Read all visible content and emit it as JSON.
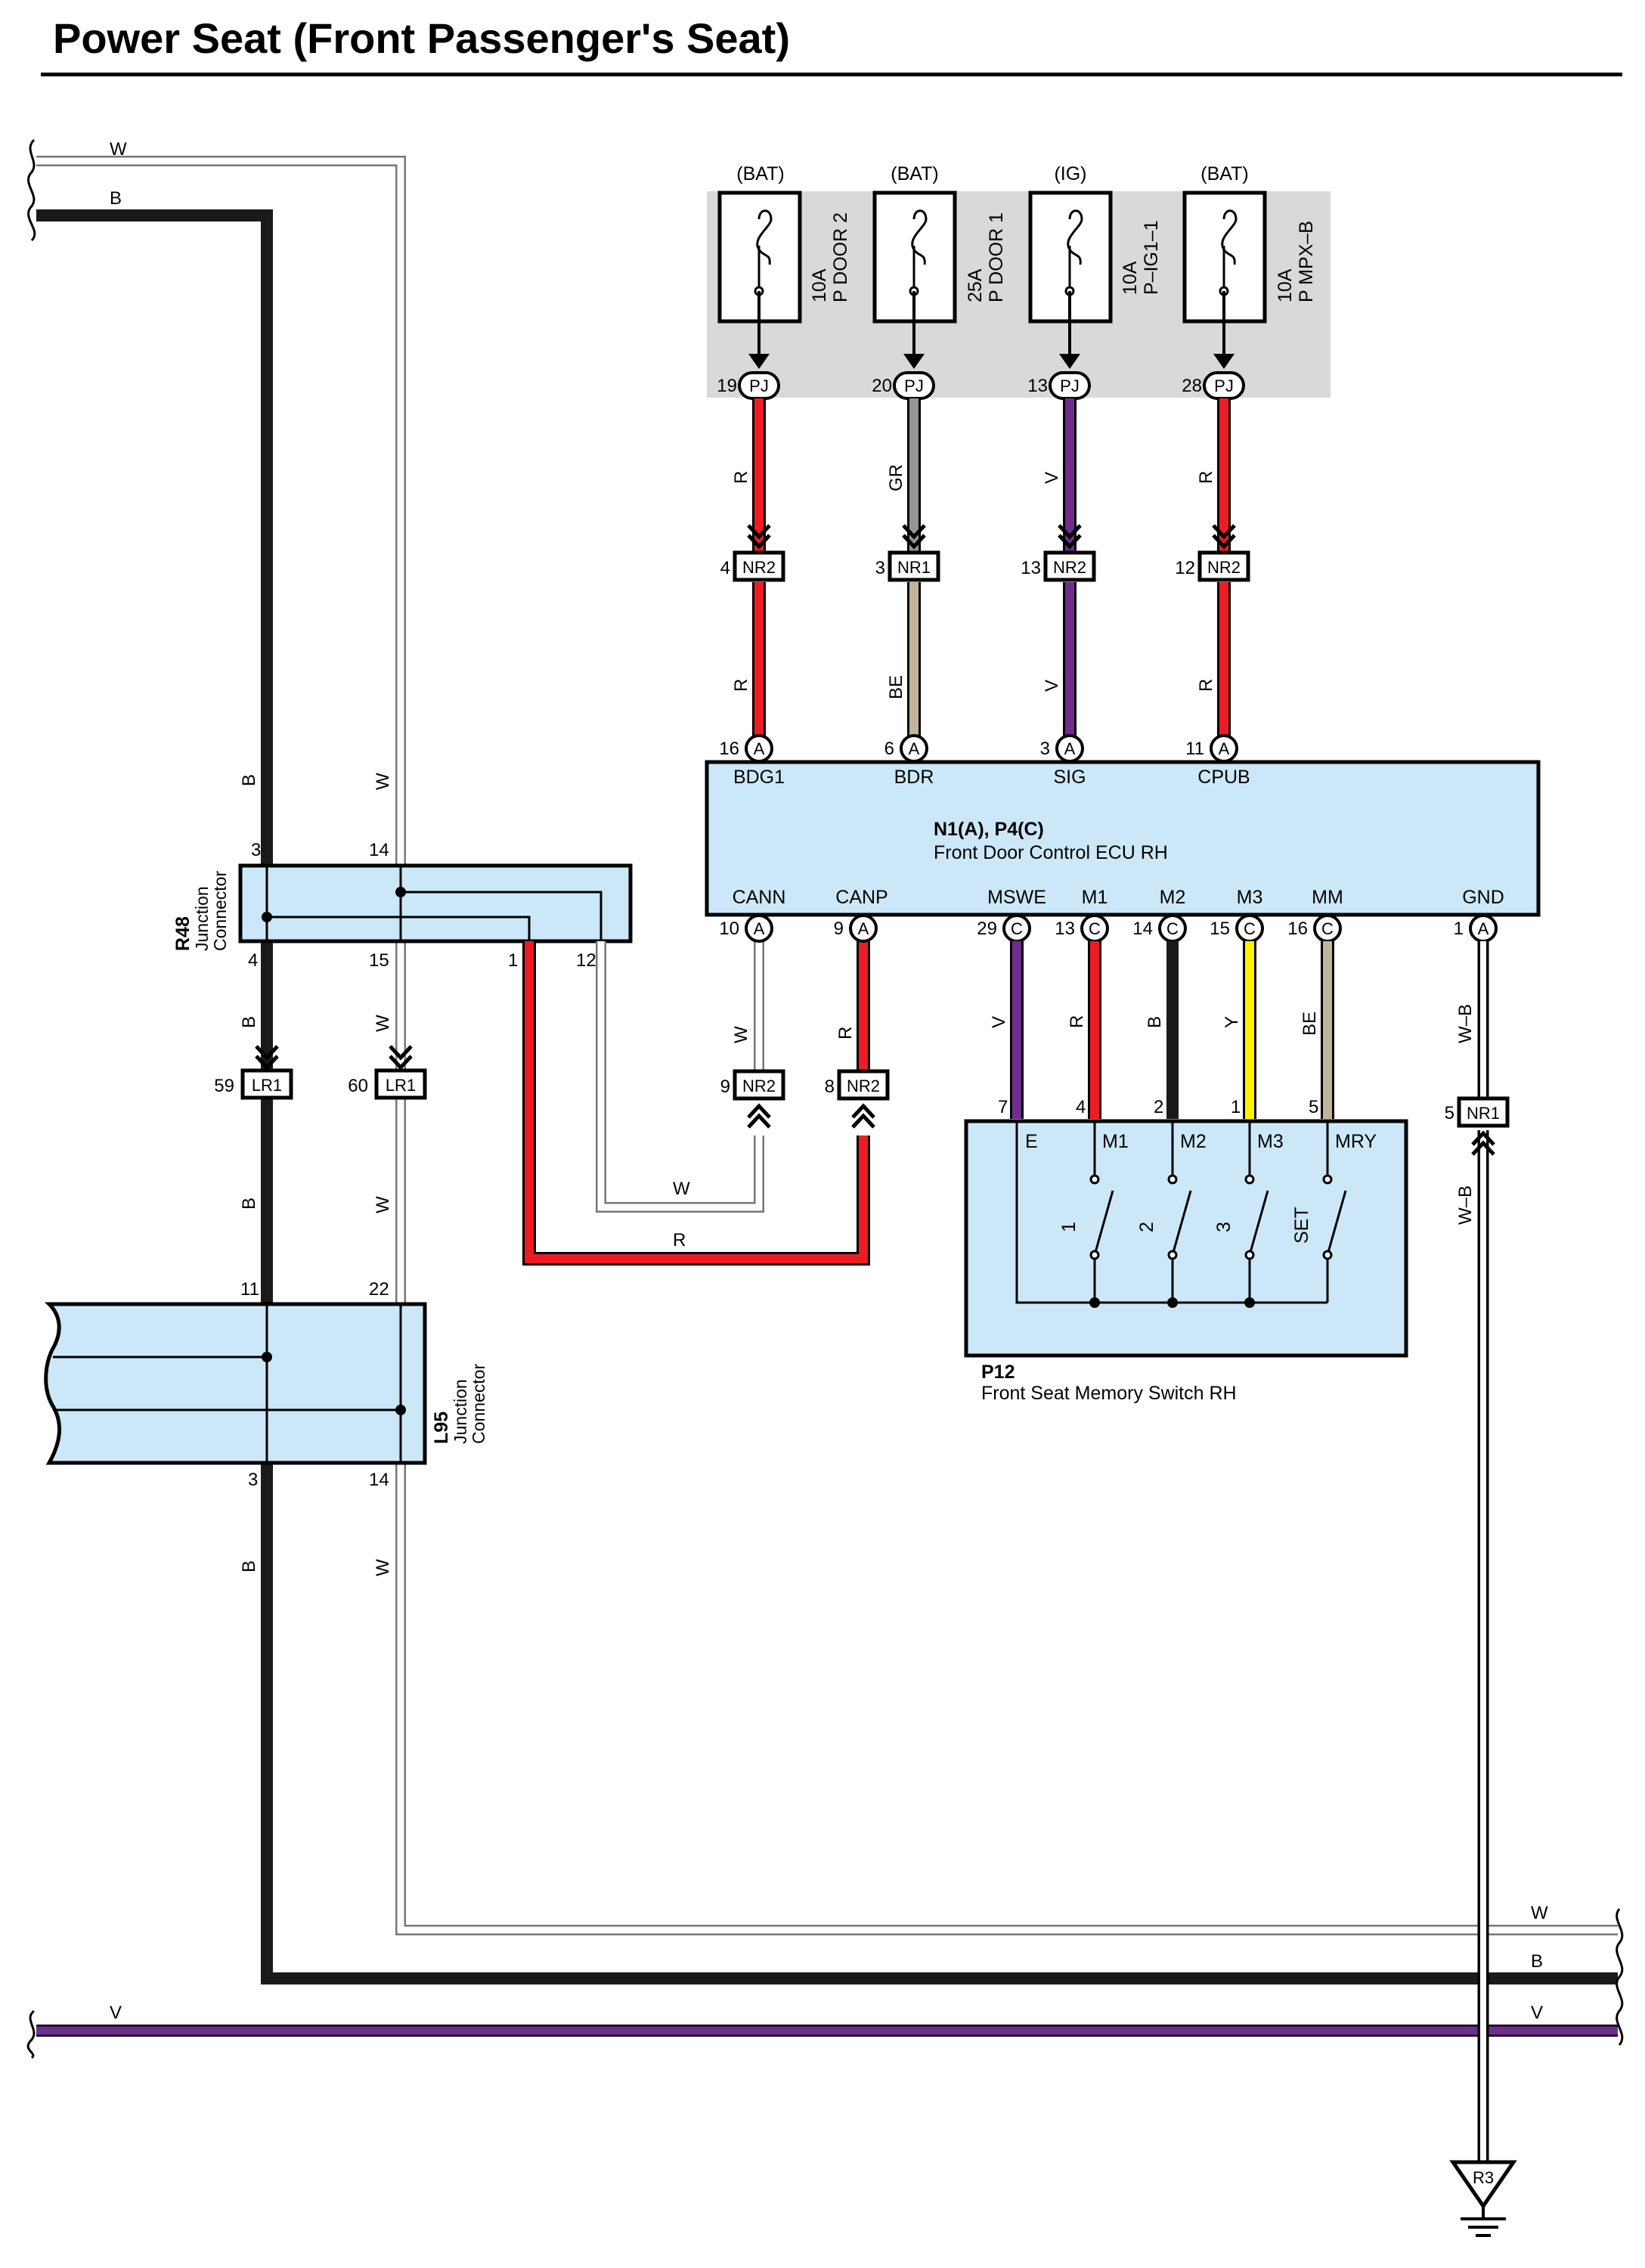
{
  "title": "Power Seat (Front Passenger's Seat)",
  "colors": {
    "R": "#ed1c24",
    "GR": "#939598",
    "BE": "#c2b59b",
    "V": "#702c8f",
    "B": "#1a1a1a",
    "W": "#ffffff",
    "Y": "#fff200",
    "component_fill": "#cce8f8",
    "fuse_box_fill": "#d9d9d9"
  },
  "fuse_block": {
    "fuses": [
      {
        "supply": "(BAT)",
        "rating": "10A",
        "name": "P DOOR 2",
        "pin": "19",
        "conn": "PJ",
        "wire": "R"
      },
      {
        "supply": "(BAT)",
        "rating": "25A",
        "name": "P DOOR 1",
        "pin": "20",
        "conn": "PJ",
        "wire": "GR"
      },
      {
        "supply": "(IG)",
        "rating": "10A",
        "name": "P–IG1–1",
        "pin": "13",
        "conn": "PJ",
        "wire": "V"
      },
      {
        "supply": "(BAT)",
        "rating": "10A",
        "name": "P MPX–B",
        "pin": "28",
        "conn": "PJ",
        "wire": "R"
      }
    ]
  },
  "nr_top": [
    {
      "pin": "4",
      "conn": "NR2",
      "wire_below": "R"
    },
    {
      "pin": "3",
      "conn": "NR1",
      "wire_below": "BE"
    },
    {
      "pin": "13",
      "conn": "NR2",
      "wire_below": "V"
    },
    {
      "pin": "12",
      "conn": "NR2",
      "wire_below": "R"
    }
  ],
  "ecu": {
    "ref": "N1(A), P4(C)",
    "name": "Front Door Control ECU RH",
    "top_pins": [
      {
        "pin": "16",
        "conn": "A",
        "label": "BDG1"
      },
      {
        "pin": "6",
        "conn": "A",
        "label": "BDR"
      },
      {
        "pin": "3",
        "conn": "A",
        "label": "SIG"
      },
      {
        "pin": "11",
        "conn": "A",
        "label": "CPUB"
      }
    ],
    "bottom_pins": [
      {
        "pin": "10",
        "conn": "A",
        "label": "CANN",
        "wire": "W"
      },
      {
        "pin": "9",
        "conn": "A",
        "label": "CANP",
        "wire": "R"
      },
      {
        "pin": "29",
        "conn": "C",
        "label": "MSWE",
        "wire": "V"
      },
      {
        "pin": "13",
        "conn": "C",
        "label": "M1",
        "wire": "R"
      },
      {
        "pin": "14",
        "conn": "C",
        "label": "M2",
        "wire": "B"
      },
      {
        "pin": "15",
        "conn": "C",
        "label": "M3",
        "wire": "Y"
      },
      {
        "pin": "16",
        "conn": "C",
        "label": "MM",
        "wire": "BE"
      },
      {
        "pin": "1",
        "conn": "A",
        "label": "GND",
        "wire": "W–B"
      }
    ]
  },
  "r48": {
    "ref": "R48",
    "name_line1": "Junction",
    "name_line2": "Connector",
    "pins": {
      "top_b": "3",
      "top_w": "14",
      "bottom_b": "4",
      "bottom_w": "15",
      "out_r": "1",
      "out_w": "12"
    }
  },
  "lr1": [
    {
      "pin": "59",
      "conn": "LR1"
    },
    {
      "pin": "60",
      "conn": "LR1"
    }
  ],
  "nr2_mid": [
    {
      "pin": "9",
      "conn": "NR2"
    },
    {
      "pin": "8",
      "conn": "NR2"
    }
  ],
  "nr1_gnd": {
    "pin": "5",
    "conn": "NR1"
  },
  "l95": {
    "ref": "L95",
    "name_line1": "Junction",
    "name_line2": "Connector",
    "pins": {
      "top_b": "11",
      "top_w": "22",
      "bottom_b": "3",
      "bottom_w": "14"
    }
  },
  "p12": {
    "ref": "P12",
    "name": "Front Seat Memory Switch RH",
    "pins": [
      {
        "pin": "7",
        "label": "E"
      },
      {
        "pin": "4",
        "label": "M1"
      },
      {
        "pin": "2",
        "label": "M2"
      },
      {
        "pin": "1",
        "label": "M3"
      },
      {
        "pin": "5",
        "label": "MRY"
      }
    ],
    "switches": [
      "1",
      "2",
      "3",
      "SET"
    ]
  },
  "ground": {
    "ref": "R3"
  },
  "wire_labels": {
    "W": "W",
    "B": "B",
    "V": "V",
    "R": "R",
    "BE": "BE",
    "GR": "GR",
    "Y": "Y",
    "WB": "W–B"
  }
}
